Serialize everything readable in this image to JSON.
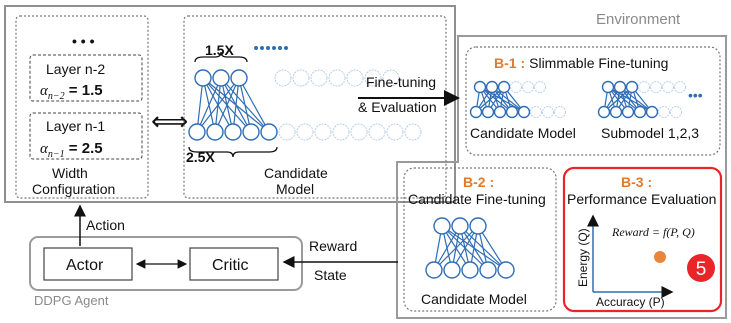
{
  "environment_label": "Environment",
  "layers": {
    "ellipsis": "• • •",
    "layer_top": {
      "name": "Layer n-2",
      "alpha_value": "1.5",
      "alpha_sub": "n−2"
    },
    "layer_bottom": {
      "name": "Layer n-1",
      "alpha_value": "2.5",
      "alpha_sub": "n−1"
    },
    "width_config_line1": "Width",
    "width_config_line2": "Configuration",
    "equivalence_symbol": "⟺"
  },
  "candidate_panel": {
    "scale_top": "1.5X",
    "scale_bottom": "2.5X",
    "label_line1": "Candidate",
    "label_line2": "Model"
  },
  "fine_tuning_arrow": {
    "line1": "Fine-tuning",
    "line2": "& Evaluation"
  },
  "b1": {
    "tag": "B-1 :",
    "title": "Slimmable Fine-tuning",
    "left_label": "Candidate Model",
    "right_label": "Submodel 1,2,3",
    "ellipsis": "•••"
  },
  "b2": {
    "tag": "B-2 :",
    "title": "Candidate Fine-tuning",
    "label": "Candidate Model"
  },
  "b3": {
    "tag": "B-3 :",
    "title": "Performance Evaluation",
    "formula": "Reward = f(P, Q)",
    "y_axis": "Energy (Q)",
    "x_axis": "Accuracy (P)",
    "step_number": "5",
    "highlight_color": "#e8262a",
    "point_color": "#e8853a"
  },
  "agent": {
    "actor": "Actor",
    "critic": "Critic",
    "caption": "DDPG Agent",
    "action": "Action",
    "reward": "Reward",
    "state": "State"
  },
  "colors": {
    "node_stroke": "#2f6db5",
    "faded_node": "#b8cde6",
    "border": "#9a9a9a",
    "orange": "#e07b2e"
  }
}
